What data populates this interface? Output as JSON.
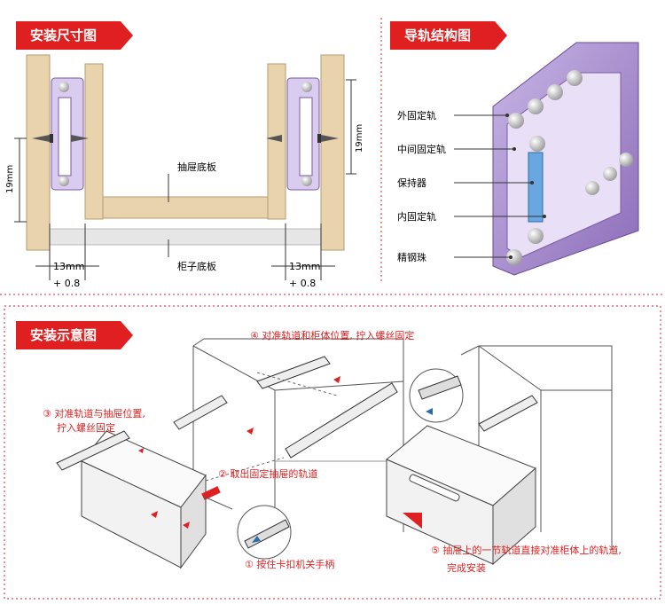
{
  "sections": {
    "dimensions_title": "安装尺寸图",
    "structure_title": "导轨结构图",
    "install_title": "安装示意图"
  },
  "dimensions": {
    "drawer_bottom": "抽屉底板",
    "cabinet_bottom": "柜子底板",
    "height_left": "19mm",
    "height_right": "19mm",
    "gap_left": "13mm",
    "gap_left_tol": "+ 0.8",
    "gap_right": "13mm",
    "gap_right_tol": "+ 0.8"
  },
  "structure": {
    "labels": [
      "外固定轨",
      "中间固定轨",
      "保持器",
      "内固定轨",
      "精钢珠"
    ]
  },
  "install": {
    "step1": "① 按住卡扣机关手柄",
    "step2": "② 取出固定抽屉的轨道",
    "step3_line1": "③ 对准轨道与抽屉位置,",
    "step3_line2": "拧入螺丝固定",
    "step4": "④ 对准轨道和柜体位置, 拧入螺丝固定",
    "step5_line1": "⑤ 抽屉上的一节轨道直接对准柜体上的轨道,",
    "step5_line2": "完成安装"
  },
  "colors": {
    "accent": "#e02020",
    "wood": "#e8d3ad",
    "rail_purple": "#9a7dc0"
  }
}
